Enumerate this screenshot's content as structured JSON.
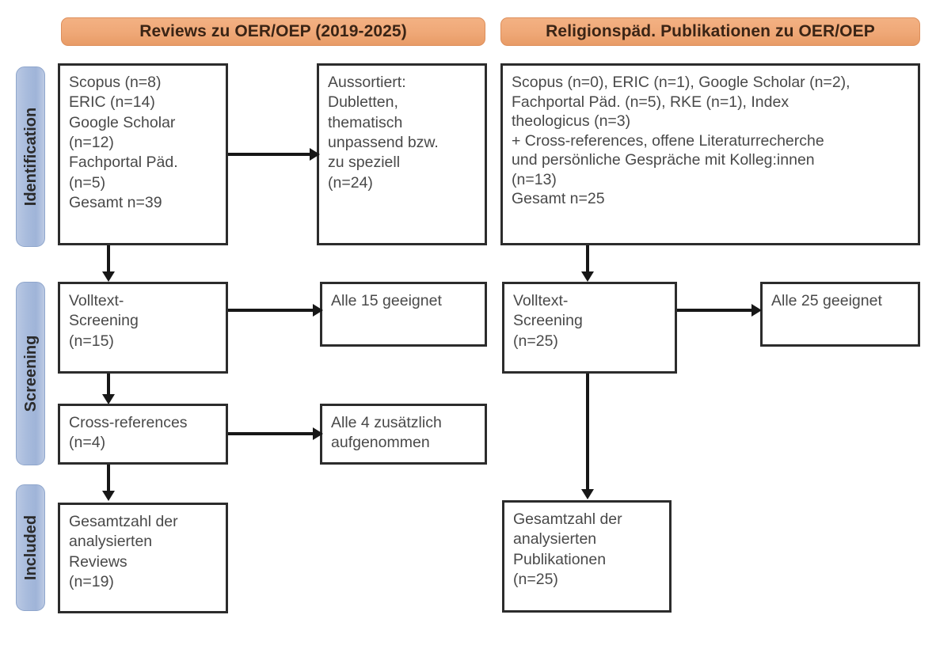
{
  "diagram": {
    "type": "prisma-flow-diagram",
    "columns": [
      {
        "id": "left",
        "header": "Reviews zu OER/OEP (2019-2025)"
      },
      {
        "id": "right",
        "header": "Religionspäd. Publikationen zu OER/OEP"
      }
    ],
    "stages": [
      {
        "id": "identification",
        "label": "Identification"
      },
      {
        "id": "screening",
        "label": "Screening"
      },
      {
        "id": "included",
        "label": "Included"
      }
    ],
    "boxes": {
      "left_identification_sources": "Scopus (n=8)\nERIC (n=14)\nGoogle Scholar\n(n=12)\nFachportal Päd.\n(n=5)\nGesamt n=39",
      "left_identification_excluded": "Aussortiert:\nDubletten,\nthematisch\nunpassend bzw.\nzu speziell\n(n=24)",
      "right_identification_sources": "Scopus (n=0), ERIC (n=1), Google Scholar (n=2),\nFachportal Päd. (n=5), RKE (n=1), Index\ntheologicus (n=3)\n+ Cross-references, offene Literaturrecherche\nund persönliche Gespräche mit Kolleg:innen\n(n=13)\nGesamt n=25",
      "left_screening_fulltext": "Volltext-\nScreening\n(n=15)",
      "left_screening_eligible": "Alle 15 geeignet",
      "left_screening_crossrefs": "Cross-references\n(n=4)",
      "left_screening_crossrefs_result": "Alle 4 zusätzlich\naufgenommen",
      "right_screening_fulltext": "Volltext-\nScreening\n(n=25)",
      "right_screening_eligible": "Alle 25 geeignet",
      "left_included_total": "Gesamtzahl der\nanalysierten\nReviews\n(n=19)",
      "right_included_total": "Gesamtzahl der\nanalysierten\nPublikationen\n(n=25)"
    },
    "colors": {
      "header_orange": "#efa877",
      "stage_blue": "#a9bcdd",
      "box_border": "#2c2c2c",
      "connector": "#171717",
      "text_body": "#494949",
      "background": "#ffffff"
    }
  }
}
